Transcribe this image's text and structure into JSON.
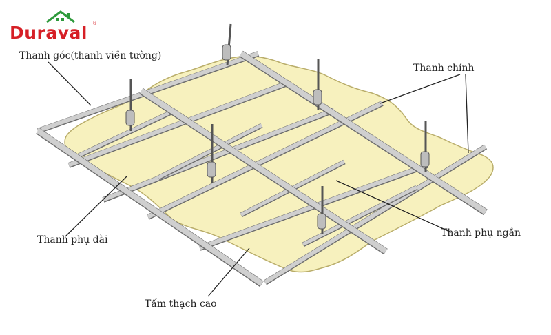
{
  "logo": {
    "text": "Duraval",
    "reg": "®"
  },
  "labels": {
    "corner": "Thanh góc(thanh viền tường)",
    "main": "Thanh chính",
    "long_sub": "Thanh phụ dài",
    "short_sub": "Thanh phụ ngắn",
    "board": "Tấm thạch cao"
  },
  "colors": {
    "board": "#f7f1be",
    "board_edge": "#b9ad6a",
    "bar": "#cfcfcf",
    "bar_edge": "#6d6d6d",
    "logo_red": "#d61f26",
    "logo_green": "#2e9a3c"
  }
}
